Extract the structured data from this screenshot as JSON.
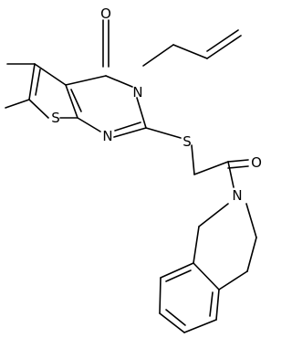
{
  "atoms": {
    "carbonyl_o_top": "O",
    "ring_n_allyl": "N",
    "thiophene_s": "S",
    "pyrimidine_n": "N",
    "thioether_s": "S",
    "ketone_o": "O",
    "amide_n": "N"
  }
}
